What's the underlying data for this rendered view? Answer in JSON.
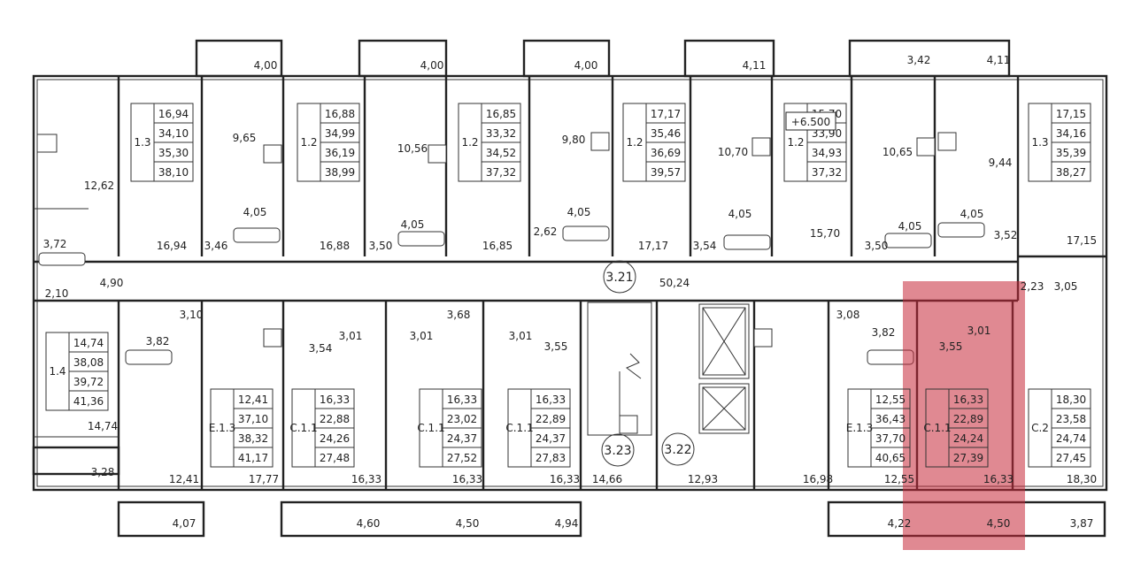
{
  "level_mark": "+6.500",
  "highlight_color": "#c62838",
  "apartment_tables": [
    {
      "code": "1.3",
      "values": [
        "16,94",
        "34,10",
        "35,30",
        "38,10"
      ]
    },
    {
      "code": "1.2",
      "values": [
        "16,88",
        "34,99",
        "36,19",
        "38,99"
      ]
    },
    {
      "code": "1.2",
      "values": [
        "16,85",
        "33,32",
        "34,52",
        "37,32"
      ]
    },
    {
      "code": "1.2",
      "values": [
        "17,17",
        "35,46",
        "36,69",
        "39,57"
      ]
    },
    {
      "code": "1.2",
      "values": [
        "15,70",
        "33,90",
        "34,93",
        "37,32"
      ]
    },
    {
      "code": "1.3",
      "values": [
        "17,15",
        "34,16",
        "35,39",
        "38,27"
      ]
    },
    {
      "code": "1.4",
      "values": [
        "14,74",
        "38,08",
        "39,72",
        "41,36"
      ]
    },
    {
      "code": "E.1.3",
      "values": [
        "12,41",
        "37,10",
        "38,32",
        "41,17"
      ]
    },
    {
      "code": "C.1.1",
      "values": [
        "16,33",
        "22,88",
        "24,26",
        "27,48"
      ]
    },
    {
      "code": "C.1.1",
      "values": [
        "16,33",
        "23,02",
        "24,37",
        "27,52"
      ]
    },
    {
      "code": "C.1.1",
      "values": [
        "16,33",
        "22,89",
        "24,37",
        "27,83"
      ]
    },
    {
      "code": "E.1.3",
      "values": [
        "12,55",
        "36,43",
        "37,70",
        "40,65"
      ]
    },
    {
      "code": "C.1.1",
      "values": [
        "16,33",
        "22,89",
        "24,24",
        "27,39"
      ]
    },
    {
      "code": "C.2",
      "values": [
        "18,30",
        "23,58",
        "24,74",
        "27,45"
      ]
    }
  ],
  "top_balconies": [
    "4,00",
    "4,00",
    "4,00",
    "4,11",
    "3,42",
    "4,11"
  ],
  "bottom_balconies": [
    "4,07",
    "4,60",
    "4,50",
    "4,94",
    "4,22",
    "4,50",
    "3,87"
  ],
  "left_balcony": "3,28",
  "room_labels": [
    "12,62",
    "9,65",
    "10,56",
    "9,80",
    "10,70",
    "10,65",
    "9,44",
    "4,05",
    "4,05",
    "4,05",
    "4,05",
    "4,05",
    "4,05",
    "16,94",
    "3,46",
    "16,88",
    "3,50",
    "16,85",
    "2,62",
    "17,17",
    "3,54",
    "15,70",
    "3,50",
    "3,52",
    "17,15",
    "3,72",
    "2,10",
    "4,90",
    "50,24",
    "2,23",
    "3,05",
    "3,10",
    "3,82",
    "3,54",
    "3,01",
    "3,01",
    "3,68",
    "3,01",
    "3,55",
    "3,08",
    "3,82",
    "3,55",
    "3,01",
    "14,74",
    "12,41",
    "17,77",
    "16,33",
    "16,33",
    "16,33",
    "14,66",
    "12,93",
    "16,98",
    "12,55",
    "16,33",
    "18,30"
  ],
  "corridor_markers": [
    "3.21",
    "3.23",
    "3.22"
  ]
}
